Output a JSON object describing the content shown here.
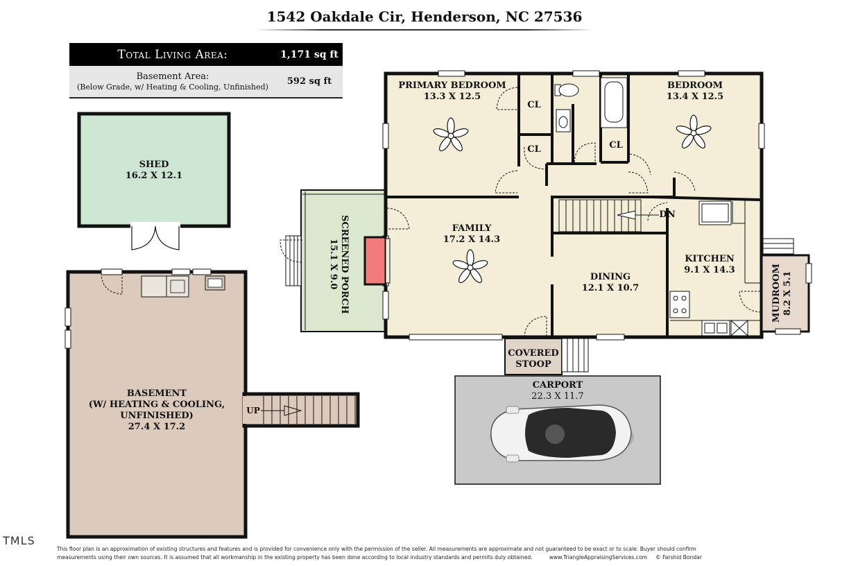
{
  "title": "1542 Oakdale Cir, Henderson, NC 27536",
  "areas": {
    "total_label": "Total Living Area:",
    "total_value": "1,171 sq ft",
    "basement_label": "Basement Area:",
    "basement_sub": "(Below Grade, w/ Heating & Cooling, Unfinished)",
    "basement_value": "592 sq ft"
  },
  "rooms": {
    "shed": {
      "name": "SHED",
      "dim": "16.2 X 12.1"
    },
    "primary_bedroom": {
      "name": "PRIMARY BEDROOM",
      "dim": "13.3 X 12.5"
    },
    "bedroom": {
      "name": "BEDROOM",
      "dim": "13.4 X 12.5"
    },
    "closet1": "CL",
    "closet2": "CL",
    "closet3": "CL",
    "screened_porch": {
      "name": "SCREENED PORCH",
      "dim": "15.1 X 9.0"
    },
    "family": {
      "name": "FAMILY",
      "dim": "17.2 X 14.3"
    },
    "dining": {
      "name": "DINING",
      "dim": "12.1 X 10.7"
    },
    "kitchen": {
      "name": "KITCHEN",
      "dim": "9.1 X 14.3"
    },
    "mudroom": {
      "name": "MUDROOM",
      "dim": "8.2 X 5.1"
    },
    "covered_stoop": {
      "line1": "COVERED",
      "line2": "STOOP"
    },
    "carport": {
      "name": "CARPORT",
      "dim": "22.3 X 11.7"
    },
    "basement": {
      "line1": "BASEMENT",
      "line2": "(W/ HEATING & COOLING,",
      "line3": "UNFINISHED)",
      "dim": "27.4 X 17.2"
    }
  },
  "stairs": {
    "down": "DN",
    "up": "UP"
  },
  "colors": {
    "living": "#f4eed8",
    "shed": "#cde6d2",
    "porch": "#dbe8cf",
    "basement": "#dccbbd",
    "stoop": "#e0d3c7",
    "mudroom": "#e8d9cf",
    "carport": "#c9c9c9",
    "fireplace": "#f27b7b",
    "wall": "#111111"
  },
  "logo": "TMLS",
  "footer": {
    "line1": "This floor plan is an approximation of existing structures and features and is provided for convenience only with the permission of the seller.  All measurements are approximate and not guaranteed to be exact or to scale.  Buyer should confirm",
    "line2": "measurements using their own sources.  It is assumed that all workmanship in the existing property has been done according to local industry standards and permits duly obtained.",
    "website": "www.TriangleAppraisingServices.com",
    "copyright": "© Farshid Bondar"
  }
}
